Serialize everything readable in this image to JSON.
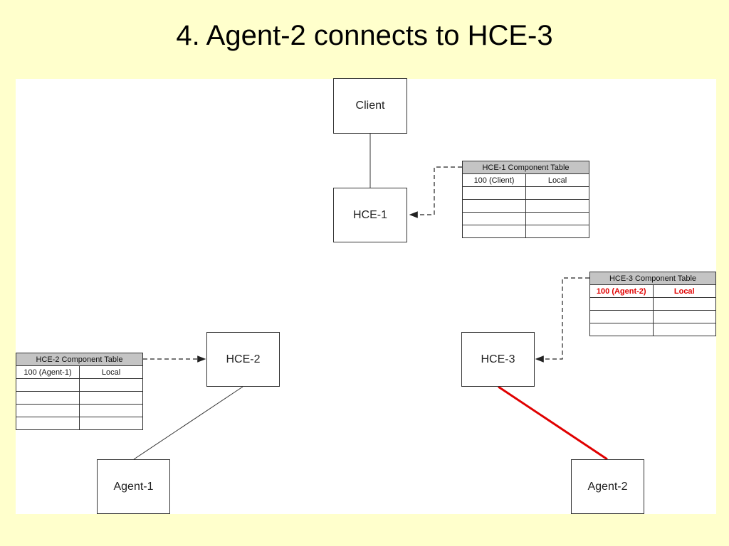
{
  "slide": {
    "title": "4. Agent-2 connects to HCE-3",
    "page_number": ""
  },
  "nodes": {
    "client": "Client",
    "hce1": "HCE-1",
    "hce2": "HCE-2",
    "hce3": "HCE-3",
    "agent1": "Agent-1",
    "agent2": "Agent-2"
  },
  "tables": {
    "hce1": {
      "title": "HCE-1 Component Table",
      "row1": [
        "100 (Client)",
        "Local"
      ]
    },
    "hce2": {
      "title": "HCE-2 Component Table",
      "row1": [
        "100 (Agent-1)",
        "Local"
      ]
    },
    "hce3": {
      "title": "HCE-3 Component Table",
      "row1": [
        "100 (Agent-2)",
        "Local"
      ]
    }
  },
  "colors": {
    "highlight": "#e00000",
    "background": "#ffffcc"
  }
}
